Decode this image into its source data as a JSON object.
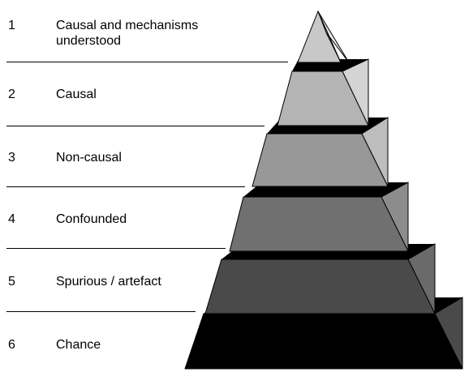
{
  "levels": [
    {
      "number": "1",
      "label": "Causal and mechanisms understood",
      "color": "#c8c8c8"
    },
    {
      "number": "2",
      "label": "Causal",
      "color": "#b4b4b4"
    },
    {
      "number": "3",
      "label": "Non-causal",
      "color": "#989898"
    },
    {
      "number": "4",
      "label": "Confounded",
      "color": "#707070"
    },
    {
      "number": "5",
      "label": "Spurious / artefact",
      "color": "#4a4a4a"
    },
    {
      "number": "6",
      "label": "Chance",
      "color": "#000000"
    }
  ]
}
